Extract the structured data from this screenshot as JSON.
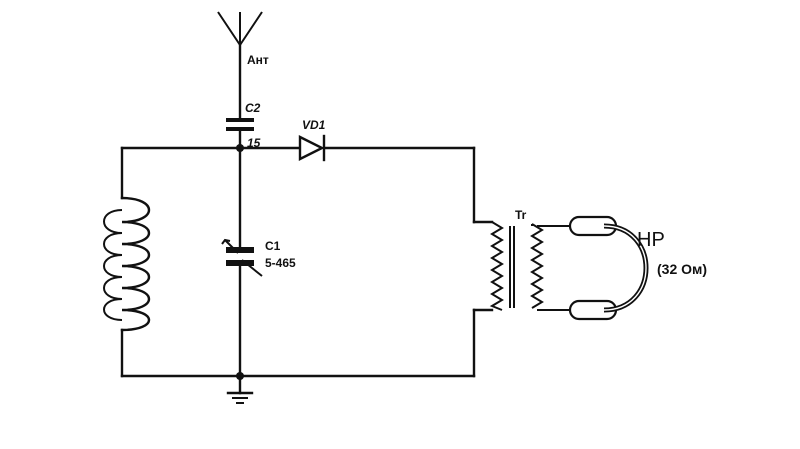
{
  "labels": {
    "antenna": "Ант",
    "c2_name": "C2",
    "c2_value": "15",
    "diode_name": "VD1",
    "c1_name": "C1",
    "c1_value": "5-465",
    "transformer_name": "Tr",
    "headphones_name": "HP",
    "headphones_value": "(32 Ом)"
  }
}
